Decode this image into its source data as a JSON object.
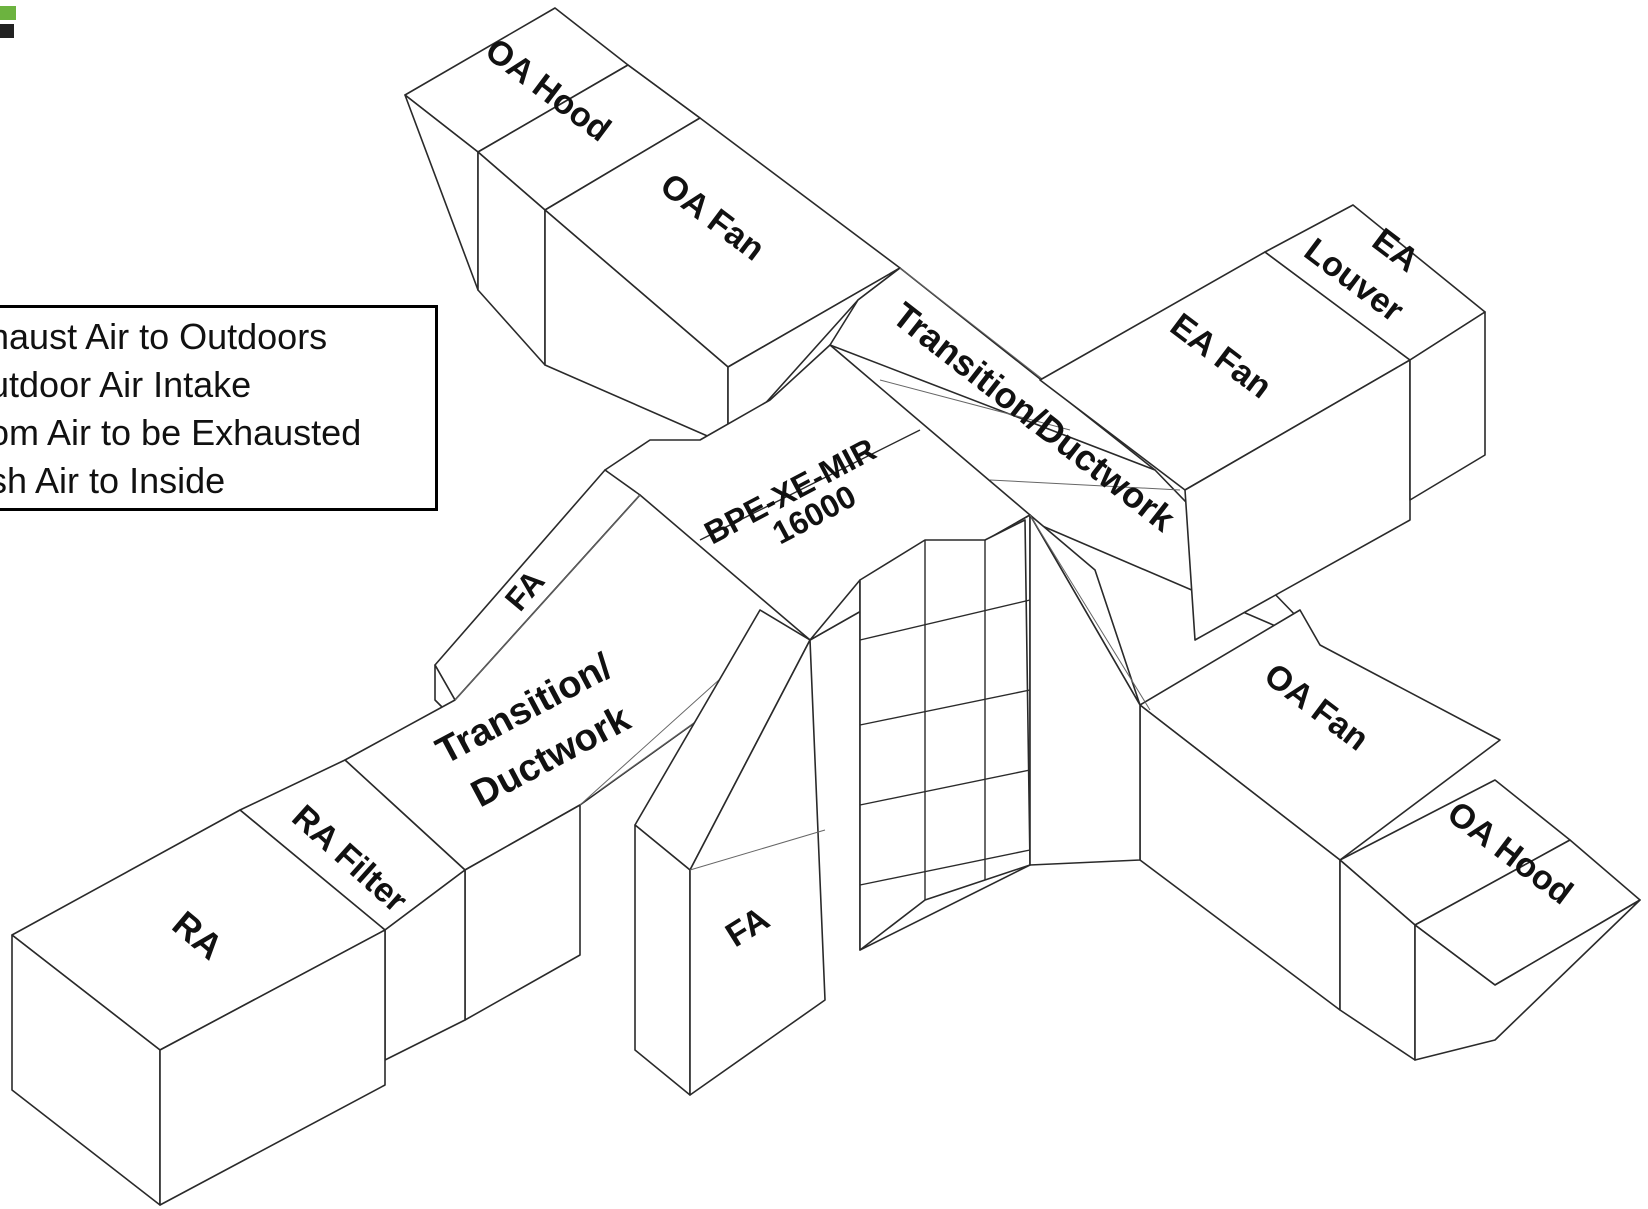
{
  "legend": {
    "rows": [
      "haust Air to Outdoors",
      "utdoor Air Intake",
      "om Air to be Exhausted",
      "sh Air to Inside"
    ]
  },
  "labels": {
    "oa_hood_top": "OA Hood",
    "oa_fan_top": "OA Fan",
    "ea_louver_line1": "EA",
    "ea_louver_line2": "Louver",
    "ea_fan": "EA Fan",
    "transition_upper": "Transition/Ductwork",
    "core_line1": "BPE-XE-MIR",
    "core_line2": "16000",
    "fa_upper": "FA",
    "transition_left_line1": "Transition/",
    "transition_left_line2": "Ductwork",
    "ra_filter": "RA Filter",
    "ra": "RA",
    "fa_lower": "FA",
    "oa_fan_right": "OA Fan",
    "oa_hood_right": "OA Hood"
  },
  "colors": {
    "logo_green": "#6cb33f",
    "logo_dark": "#222222",
    "line": "#2a2a2a"
  }
}
